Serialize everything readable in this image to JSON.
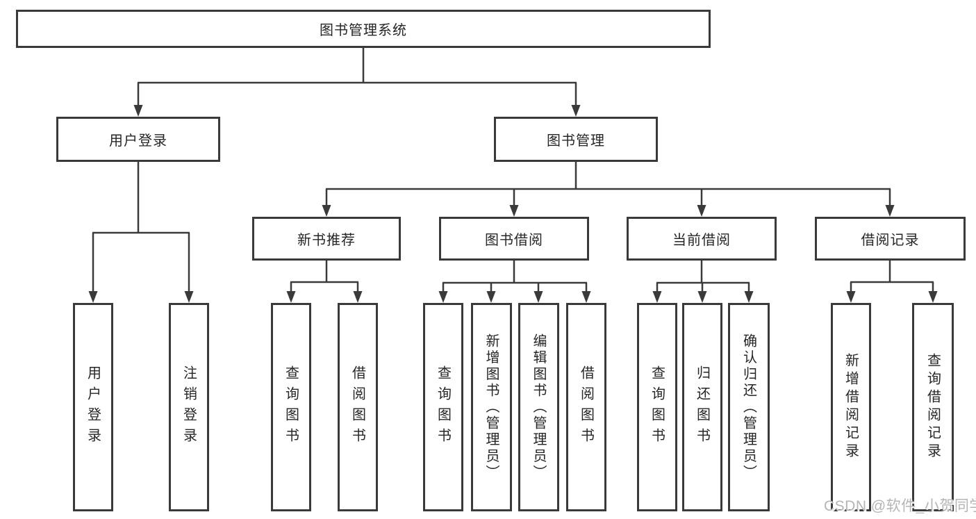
{
  "colors": {
    "line": "#3a3a3a",
    "box_border": "#3a3a3a",
    "box_fill": "#ffffff",
    "text": "#262626",
    "watermark": "#b5b5b5"
  },
  "root": {
    "label": "图书管理系统"
  },
  "level2": [
    "用户登录",
    "图书管理"
  ],
  "level3": [
    "新书推荐",
    "图书借阅",
    "当前借阅",
    "借阅记录"
  ],
  "leaves": {
    "user_login": [
      "用户登录",
      "注销登录"
    ],
    "new_book_recommend": [
      "查询图书",
      "借阅图书"
    ],
    "book_borrow": [
      "查询图书",
      "新增图书（管理员）",
      "编辑图书（管理员）",
      "借阅图书"
    ],
    "current_borrow": [
      "查询图书",
      "归还图书",
      "确认归还（管理员）"
    ],
    "borrow_record": [
      "新增借阅记录",
      "查询借阅记录"
    ]
  },
  "watermark": "CSDN @软件_小贺同学"
}
